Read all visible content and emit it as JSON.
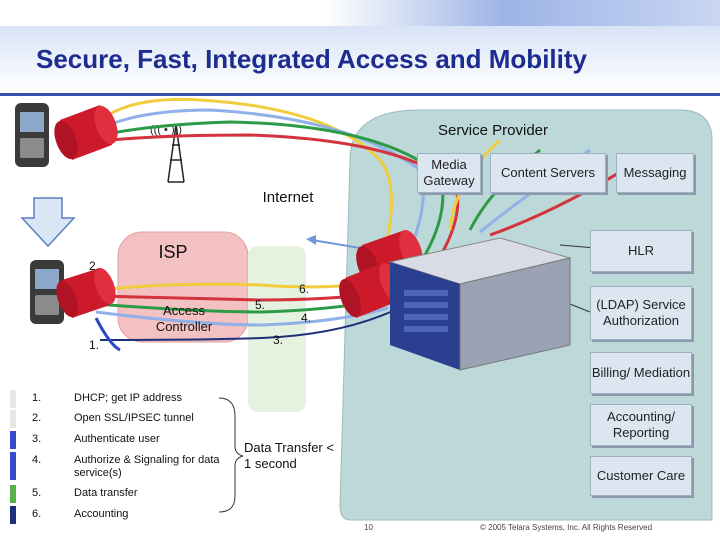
{
  "header": {
    "title": "Secure, Fast, Integrated Access and Mobility"
  },
  "diagram": {
    "service_provider": "Service Provider",
    "internet": "Internet",
    "isp": "ISP",
    "access_controller": "Access Controller",
    "media_gateway": "Media Gateway",
    "content_servers": "Content Servers",
    "messaging": "Messaging",
    "hlr": "HLR",
    "ldap": "(LDAP) Service Authorization",
    "billing": "Billing/ Mediation",
    "accounting_reporting": "Accounting/ Reporting",
    "customer_care": "Customer Care",
    "data_transfer": "Data Transfer < 1 second",
    "step_labels": [
      "1.",
      "2.",
      "3.",
      "4.",
      "5.",
      "6."
    ]
  },
  "legend": [
    {
      "num": "1.",
      "text": "DHCP; get IP address",
      "color": "#e6e6e6"
    },
    {
      "num": "2.",
      "text": "Open SSL/IPSEC tunnel",
      "color": "#e6e6e6"
    },
    {
      "num": "3.",
      "text": "Authenticate user",
      "color": "#3a49c9"
    },
    {
      "num": "4.",
      "text": "Authorize & Signaling for data service(s)",
      "color": "#3a49c9"
    },
    {
      "num": "5.",
      "text": "Data transfer",
      "color": "#58b04a"
    },
    {
      "num": "6.",
      "text": "Accounting",
      "color": "#1f2f7a"
    }
  ],
  "footer": {
    "page": "10",
    "copyright": "© 2005 Telara Systems, Inc. All Rights Reserved"
  },
  "colors": {
    "title": "#1c2d8f",
    "provider_cloud": "#bcd8d9",
    "isp_box": "#f3c1c2",
    "tunnel_red": "#cc1a2b",
    "line_yellow": "#f2cc3c",
    "line_green": "#2d9a46",
    "line_blue": "#8fb1e8",
    "line_red": "#d4323c"
  }
}
